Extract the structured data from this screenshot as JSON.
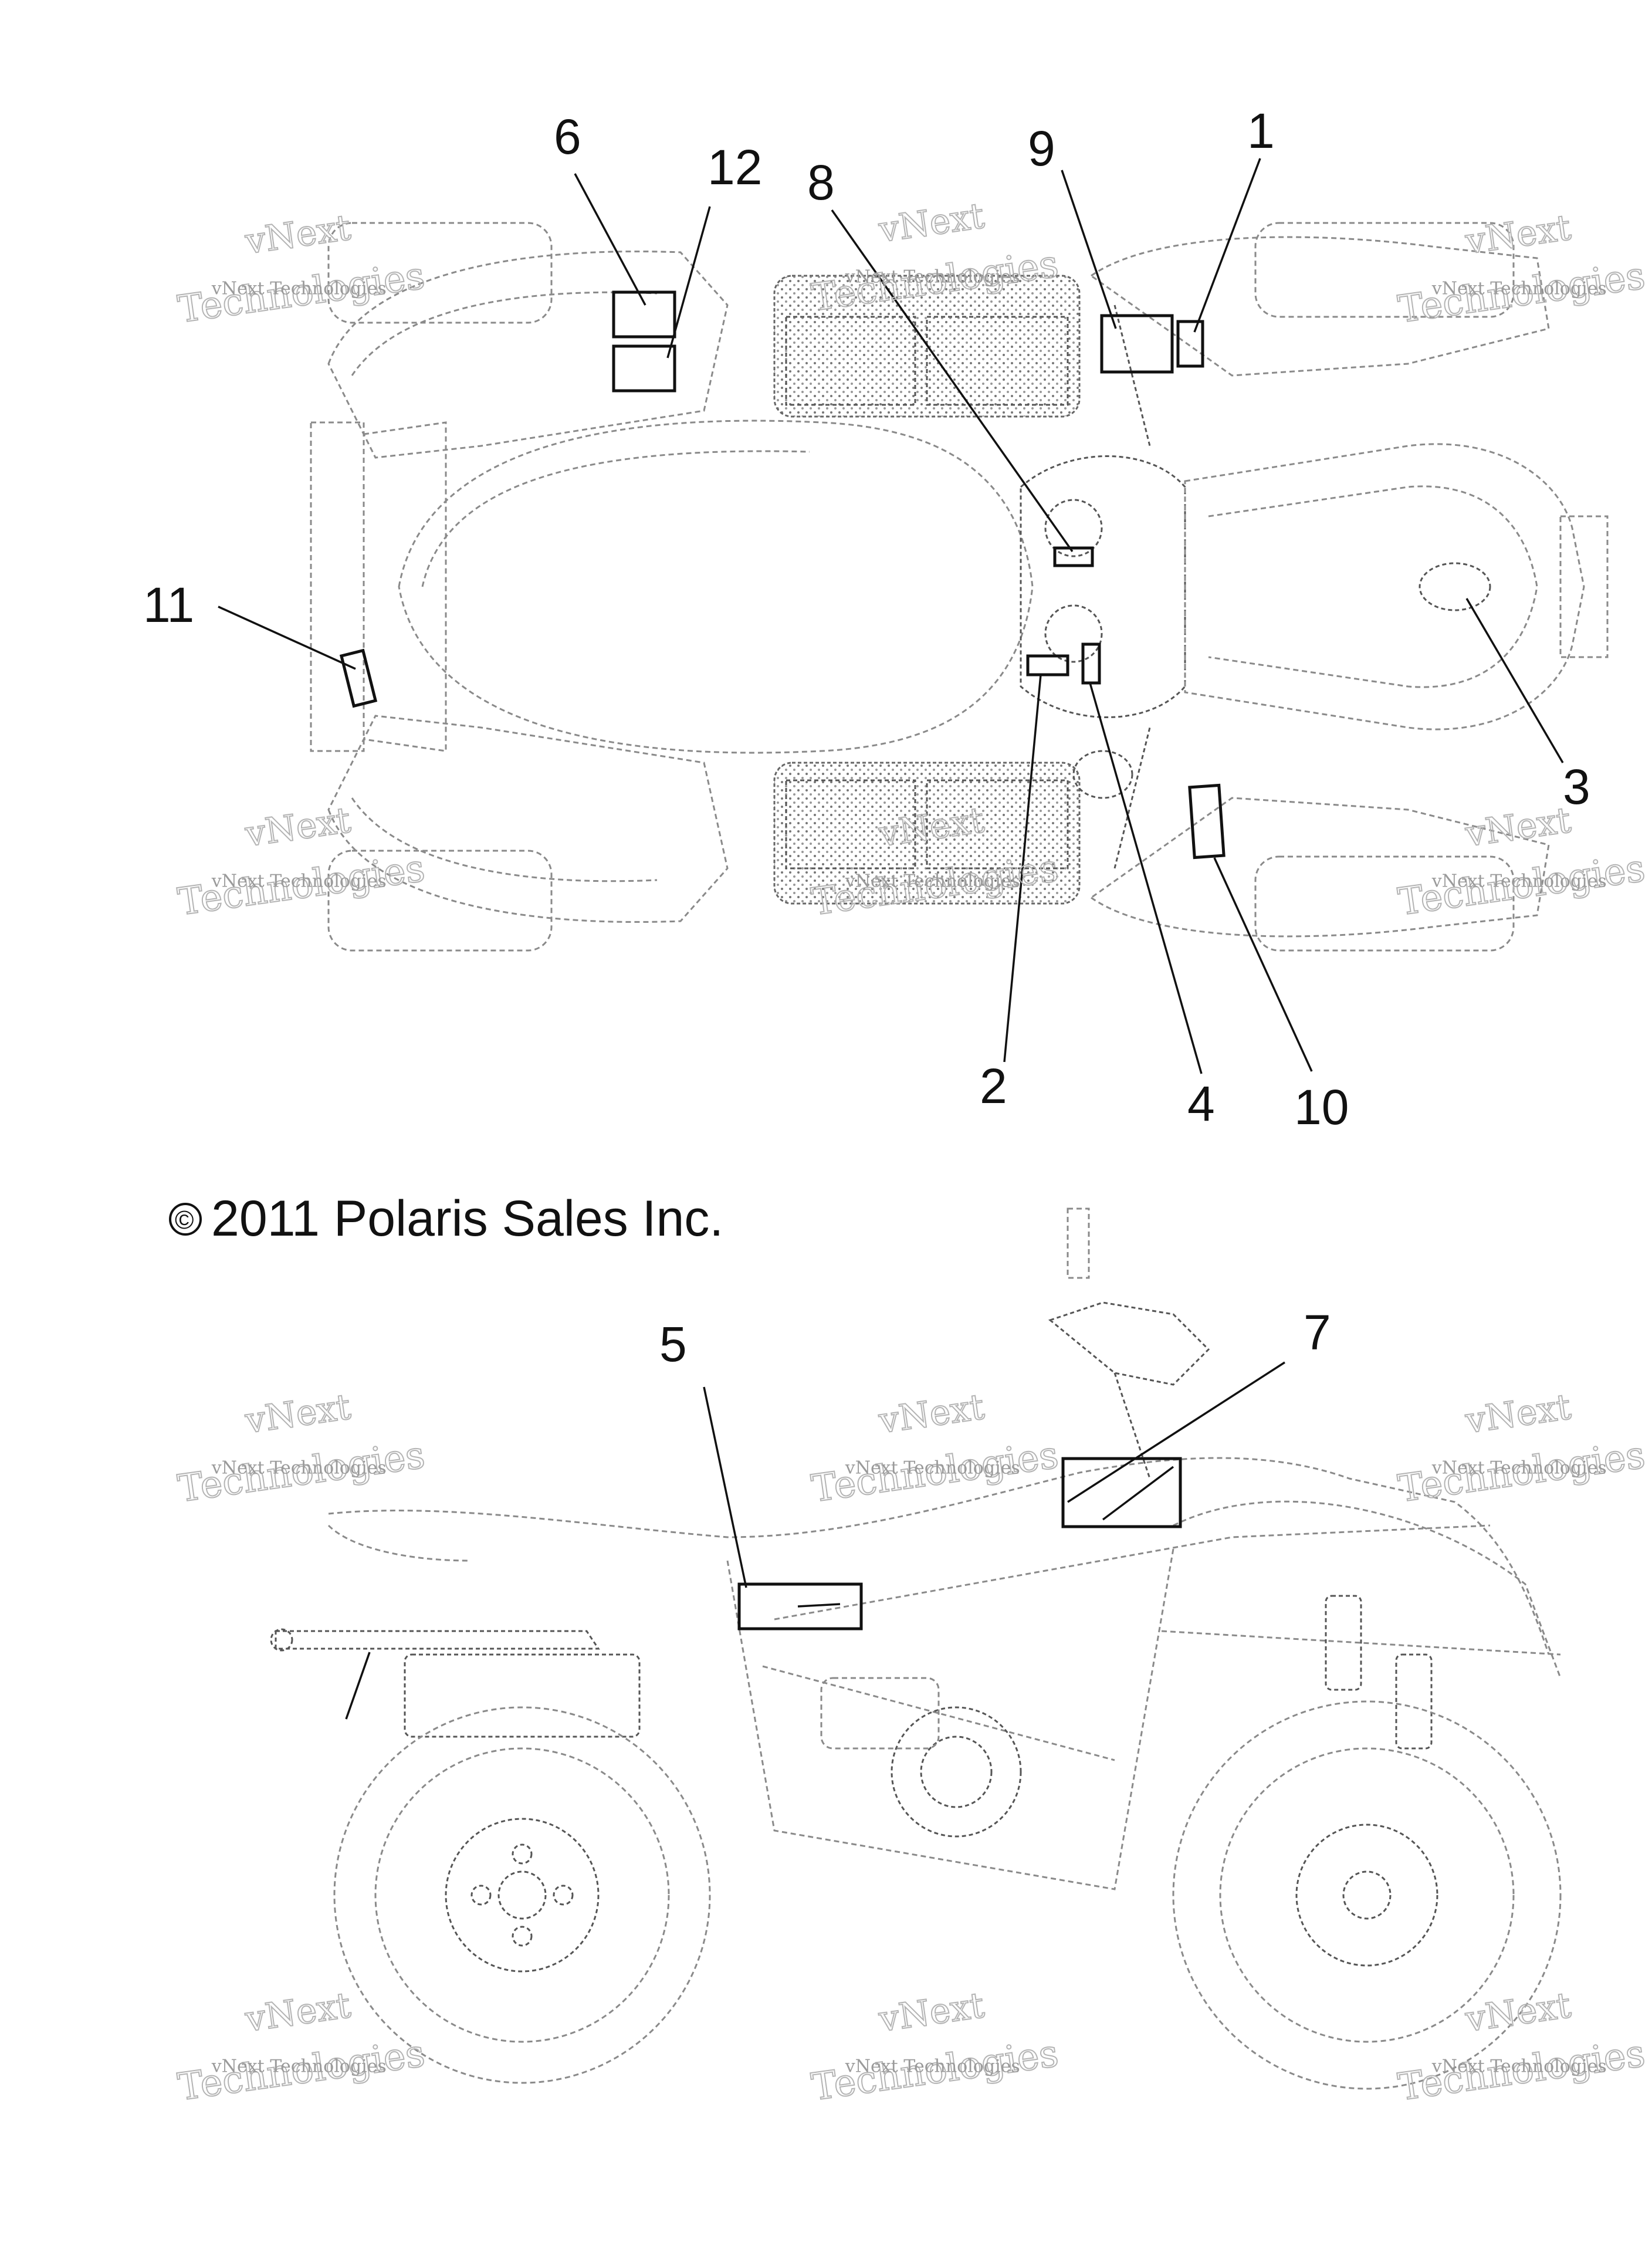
{
  "copyright": {
    "symbol": "©",
    "text": "2011 Polaris Sales Inc."
  },
  "watermark": {
    "line1": "vNext Technologies",
    "big1": "vNext",
    "big2": "Technologies"
  },
  "callouts": {
    "c1": "1",
    "c2": "2",
    "c3": "3",
    "c4": "4",
    "c5": "5",
    "c6": "6",
    "c7": "7",
    "c8": "8",
    "c9": "9",
    "c10": "10",
    "c11": "11",
    "c12": "12"
  }
}
